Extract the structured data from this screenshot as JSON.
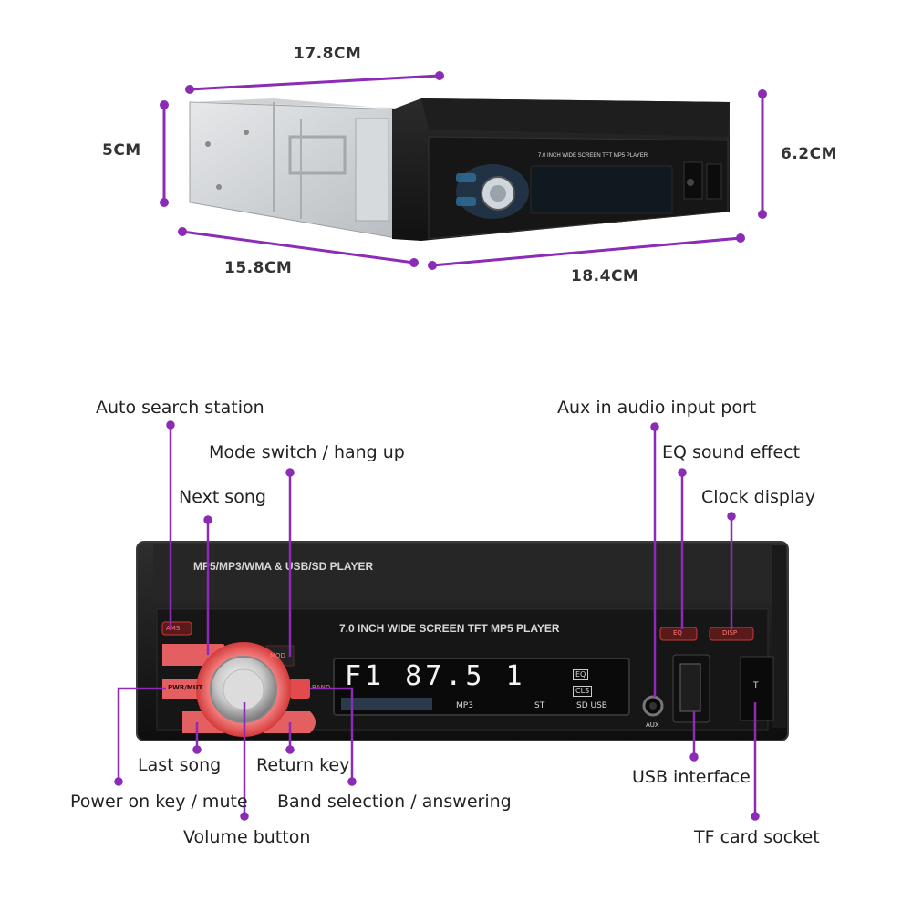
{
  "dimensions": {
    "top_width": "17.8CM",
    "left_height": "5CM",
    "right_height": "6.2CM",
    "bottom_body": "15.8CM",
    "bottom_total": "18.4CM"
  },
  "panel": {
    "face_top_text": "7.0 INCH WIDE SCREEN TFT MP5 PLAYER",
    "top_text": "MP5/MP3/WMA & USB/SD PLAYER",
    "screen_text": "7.0 INCH WIDE SCREEN TFT MP5 PLAYER",
    "display_digits": "F1 87.5  1",
    "display_mp3": "MP3",
    "display_st": "ST",
    "display_sdusb": "SD USB",
    "display_eq": "EQ",
    "display_cls": "CLS",
    "btn_ams": "AMS",
    "btn_mod": "MOD",
    "btn_pwr": "PWR/MUT",
    "btn_band": "BAND",
    "btn_eq": "EQ",
    "btn_disp": "DISP",
    "aux_label": "AUX",
    "tf_label": "T"
  },
  "callouts": {
    "auto_search": "Auto search station",
    "mode_switch": "Mode switch / hang up",
    "next_song": "Next song",
    "aux_in": "Aux in audio input port",
    "eq_effect": "EQ sound effect",
    "clock": "Clock display",
    "last_song": "Last song",
    "return_key": "Return key",
    "power_mute": "Power on key / mute",
    "band_select": "Band selection / answering",
    "volume": "Volume button",
    "usb": "USB interface",
    "tf_card": "TF card socket"
  },
  "colors": {
    "accent": "#8b2bb6",
    "button_red": "#e0454a"
  }
}
